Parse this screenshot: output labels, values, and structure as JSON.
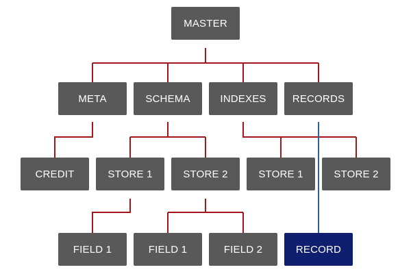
{
  "colors": {
    "node": "#595959",
    "highlight": "#0f1e6e",
    "connector": "#a3161c",
    "path": "#2e5f95",
    "text": "#ffffff"
  },
  "nodes": {
    "master": "MASTER",
    "meta": "META",
    "schema": "SCHEMA",
    "indexes": "INDEXES",
    "records": "RECORDS",
    "credit": "CREDIT",
    "schema_store_1": "STORE 1",
    "schema_store_2": "STORE 2",
    "indexes_store_1": "STORE 1",
    "indexes_store_2": "STORE 2",
    "store1_field_1": "FIELD 1",
    "store2_field_1": "FIELD 1",
    "store2_field_2": "FIELD 2",
    "record": "RECORD"
  }
}
